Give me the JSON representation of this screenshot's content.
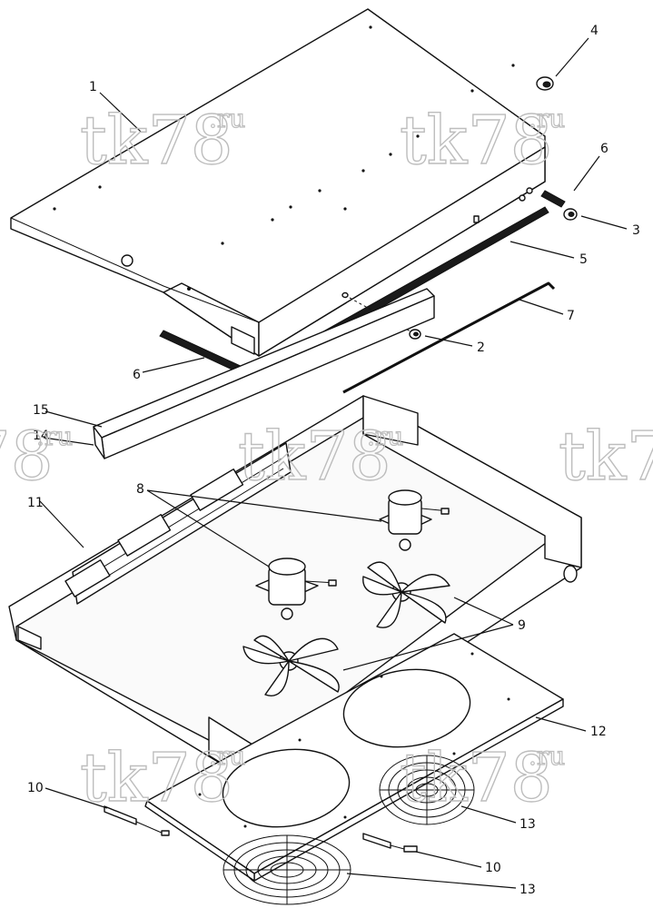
{
  "watermark": {
    "text": "tk78",
    "suffix": ".ru"
  },
  "callouts": [
    "1",
    "2",
    "3",
    "4",
    "5",
    "6",
    "6",
    "7",
    "8",
    "9",
    "10",
    "10",
    "11",
    "12",
    "13",
    "13",
    "14",
    "15"
  ],
  "colors": {
    "line": "#111111",
    "watermark": "#bdbdbd",
    "background": "#ffffff"
  }
}
